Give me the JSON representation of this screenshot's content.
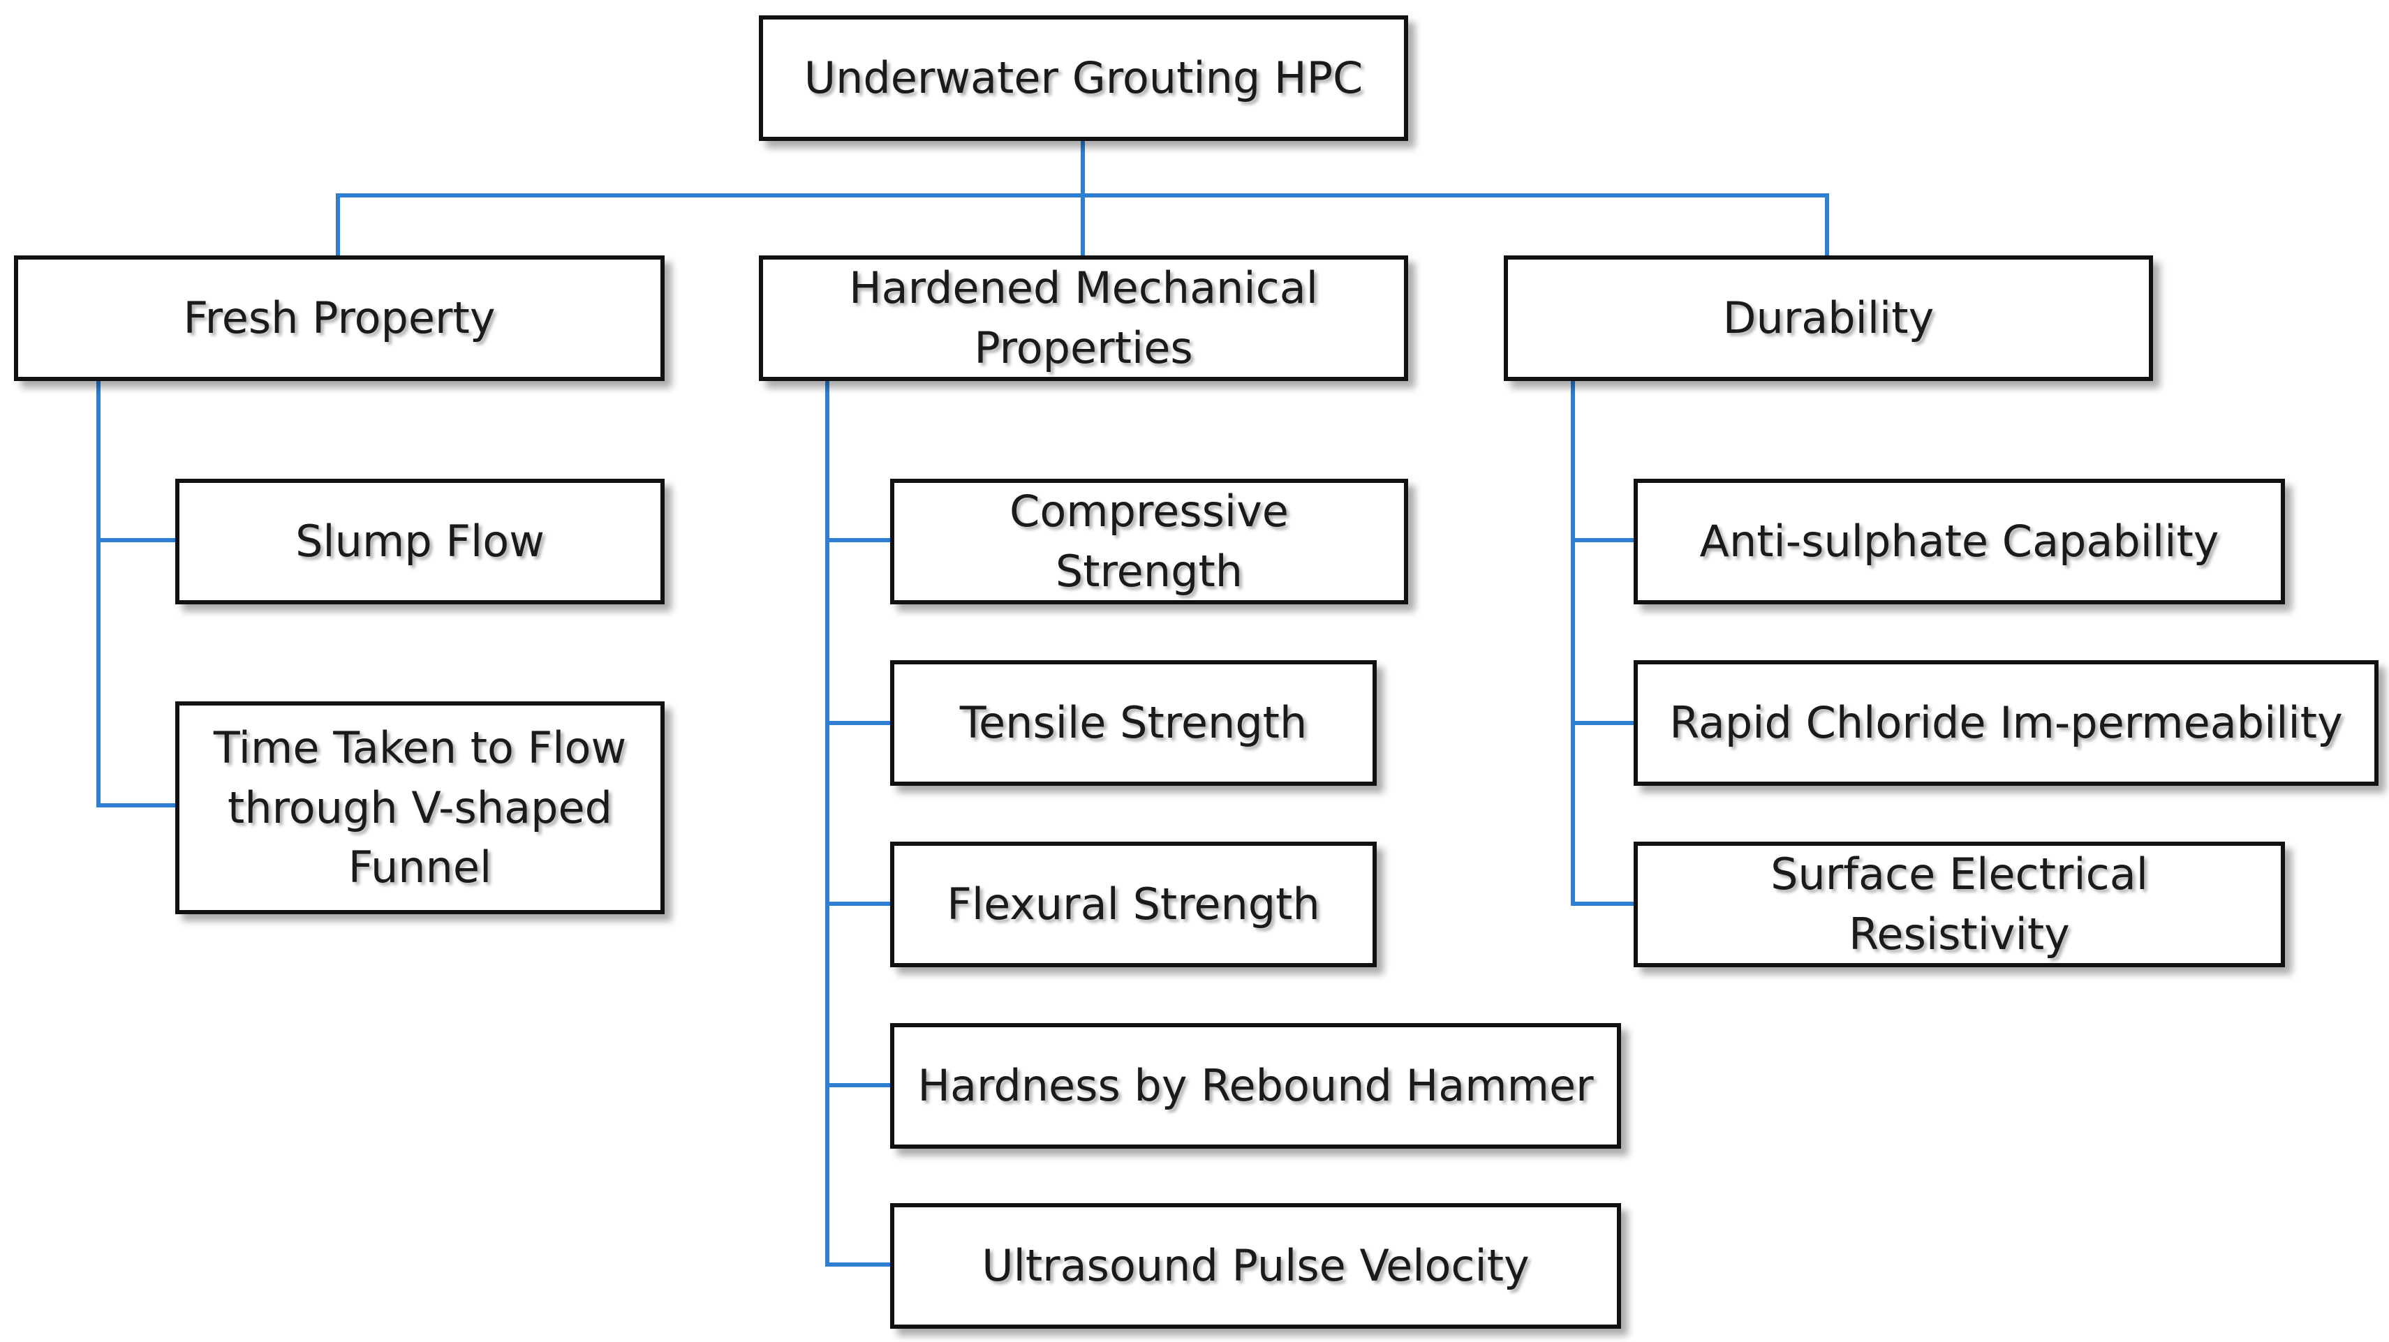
{
  "root": {
    "label": "Underwater Grouting HPC"
  },
  "categories": [
    {
      "label": "Fresh Property",
      "items": [
        "Slump Flow",
        "Time Taken to Flow\nthrough V-shaped\nFunnel"
      ]
    },
    {
      "label": "Hardened Mechanical\nProperties",
      "items": [
        "Compressive Strength",
        "Tensile Strength",
        "Flexural Strength",
        "Hardness by Rebound Hammer",
        "Ultrasound Pulse Velocity"
      ]
    },
    {
      "label": "Durability",
      "items": [
        "Anti-sulphate Capability",
        "Rapid Chloride Im-permeability",
        "Surface Electrical Resistivity"
      ]
    }
  ],
  "colors": {
    "connector": "#2e7fd1",
    "box_border": "#111111",
    "text": "#1a1a1a"
  }
}
